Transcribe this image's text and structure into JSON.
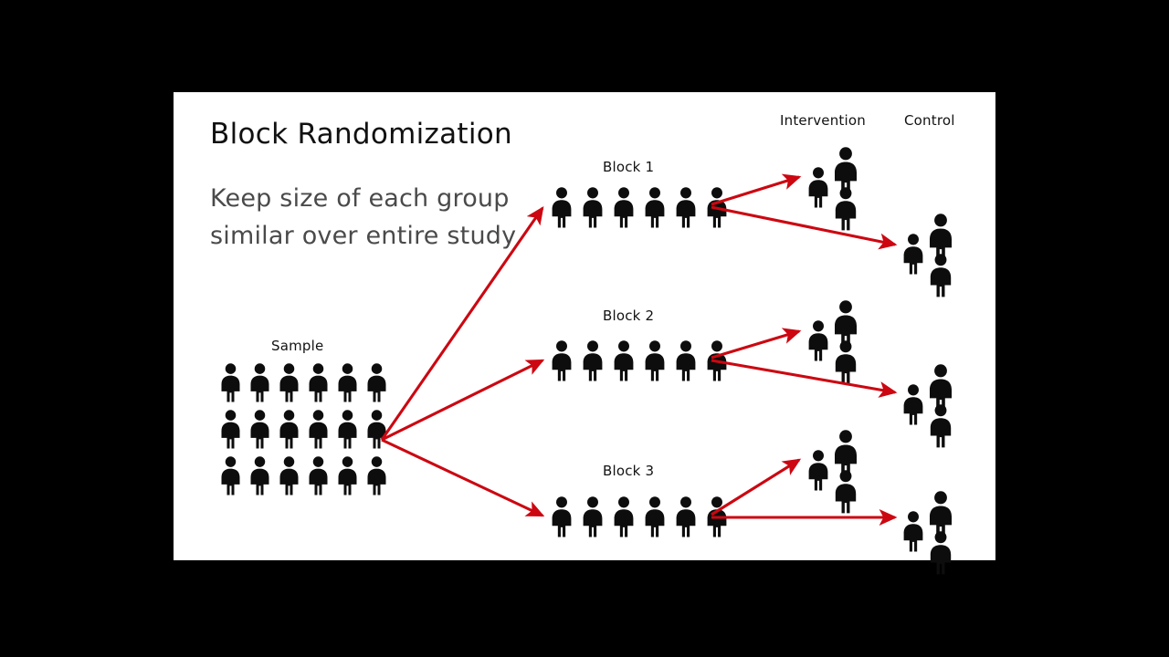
{
  "slide": {
    "title": "Block Randomization",
    "subtitle": "Keep size of each group\nsimilar over entire study",
    "background_color": "#ffffff",
    "stage_color": "#000000",
    "arrow_color": "#cc0711",
    "figure_color": "#0d0d0d",
    "title_color": "#111111",
    "subtitle_color": "#4a4a4a"
  },
  "labels": {
    "sample": "Sample",
    "block1": "Block 1",
    "block2": "Block 2",
    "block3": "Block 3",
    "intervention": "Intervention",
    "control": "Control"
  },
  "chart_data": {
    "type": "diagram",
    "title": "Block Randomization",
    "subtitle": "Keep size of each group similar over entire study",
    "description": "Flow diagram: a sample of 18 people is split into 3 blocks of 6 people each; each block is then split into an Intervention arm of 3 people and a Control arm of 3 people.",
    "nodes": [
      {
        "id": "sample",
        "label": "Sample",
        "people": 18,
        "layout": "grid",
        "rows": 3,
        "columns": 6
      },
      {
        "id": "block1",
        "label": "Block 1",
        "people": 6,
        "layout": "row"
      },
      {
        "id": "block2",
        "label": "Block 2",
        "people": 6,
        "layout": "row"
      },
      {
        "id": "block3",
        "label": "Block 3",
        "people": 6,
        "layout": "row"
      },
      {
        "id": "intervention1",
        "label": "Intervention",
        "people": 3,
        "layout": "cluster",
        "block": "Block 1"
      },
      {
        "id": "control1",
        "label": "Control",
        "people": 3,
        "layout": "cluster",
        "block": "Block 1"
      },
      {
        "id": "intervention2",
        "label": "Intervention",
        "people": 3,
        "layout": "cluster",
        "block": "Block 2"
      },
      {
        "id": "control2",
        "label": "Control",
        "people": 3,
        "layout": "cluster",
        "block": "Block 2"
      },
      {
        "id": "intervention3",
        "label": "Intervention",
        "people": 3,
        "layout": "cluster",
        "block": "Block 3"
      },
      {
        "id": "control3",
        "label": "Control",
        "people": 3,
        "layout": "cluster",
        "block": "Block 3"
      }
    ],
    "edges": [
      {
        "from": "sample",
        "to": "block1"
      },
      {
        "from": "sample",
        "to": "block2"
      },
      {
        "from": "sample",
        "to": "block3"
      },
      {
        "from": "block1",
        "to": "intervention1"
      },
      {
        "from": "block1",
        "to": "control1"
      },
      {
        "from": "block2",
        "to": "intervention2"
      },
      {
        "from": "block2",
        "to": "control2"
      },
      {
        "from": "block3",
        "to": "intervention3"
      },
      {
        "from": "block3",
        "to": "control3"
      }
    ],
    "totals": {
      "sample_size": 18,
      "blocks": 3,
      "block_size": 6,
      "arm_size": 3,
      "arms": 2
    }
  }
}
